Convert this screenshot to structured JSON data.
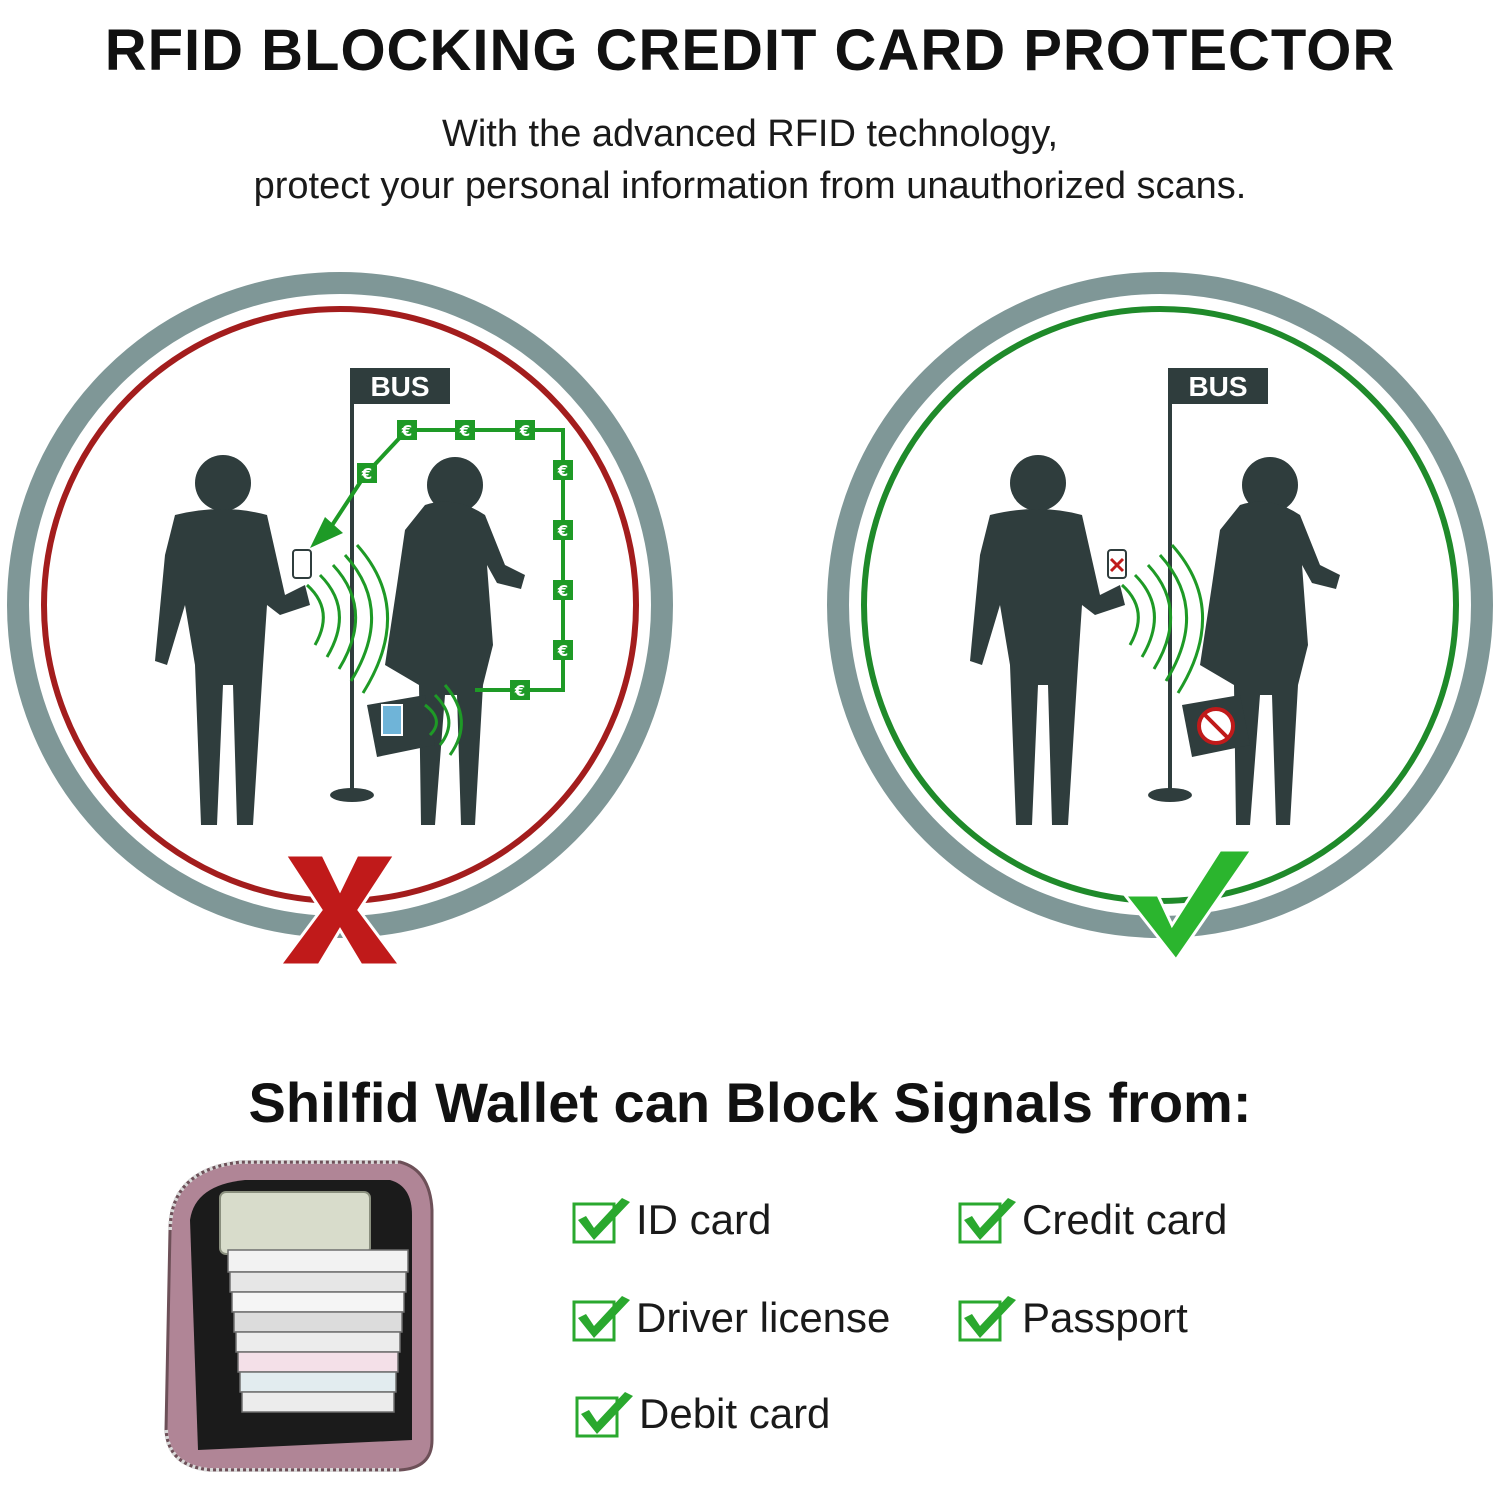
{
  "header": {
    "title": "RFID BLOCKING CREDIT CARD PROTECTOR",
    "subtitle_line1": "With the advanced RFID technology,",
    "subtitle_line2": "protect your personal information from unauthorized scans."
  },
  "scenes": {
    "unprotected": {
      "sign_text": "BUS",
      "ring_color": "#a31d1d",
      "mark": "x-mark-icon",
      "mark_color": "#c01a1a"
    },
    "protected": {
      "sign_text": "BUS",
      "ring_color": "#1f8a2a",
      "mark": "checkmark-icon",
      "mark_color": "#2bb52e"
    },
    "currency_symbol": "€"
  },
  "blocking": {
    "heading": "Shilfid Wallet can Block Signals from:",
    "items": [
      {
        "label": "ID card"
      },
      {
        "label": "Credit card"
      },
      {
        "label": "Driver license"
      },
      {
        "label": "Passport"
      },
      {
        "label": "Debit card"
      }
    ]
  },
  "colors": {
    "outer_ring": "#7f9797",
    "silhouette": "#2f3d3d",
    "signal_green": "#1e9a26",
    "check_green": "#2aa82e"
  }
}
